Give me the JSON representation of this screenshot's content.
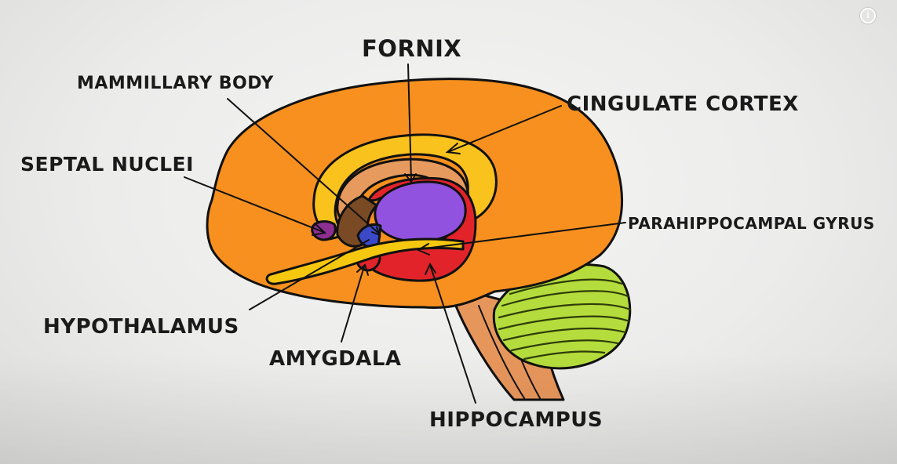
{
  "labels": {
    "fornix": "FORNIX",
    "mammillary_body": "MAMMILLARY BODY",
    "cingulate_cortex": "CINGULATE CORTEX",
    "septal_nuclei": "SEPTAL NUCLEI",
    "parahippocampal_gyrus": "PARAHIPPOCAMPAL GYRUS",
    "hypothalamus": "HYPOTHALAMUS",
    "amygdala": "AMYGDALA",
    "hippocampus": "HIPPOCAMPUS"
  },
  "info_icon": {
    "name": "info-icon",
    "glyph": "i"
  },
  "colors": {
    "cortex": "#f7901e",
    "cingulate": "#f9c21d",
    "inner_band": "#e79a5e",
    "fornix_core": "#9152e0",
    "red_structures": "#e3232a",
    "dark_brown": "#7a4a25",
    "septal": "#8e2f93",
    "cerebellum": "#b4dc3c",
    "cerebellum_stripes": "#2e3d0a",
    "brainstem": "#e7965b",
    "yellow_tract": "#f6c70f"
  }
}
